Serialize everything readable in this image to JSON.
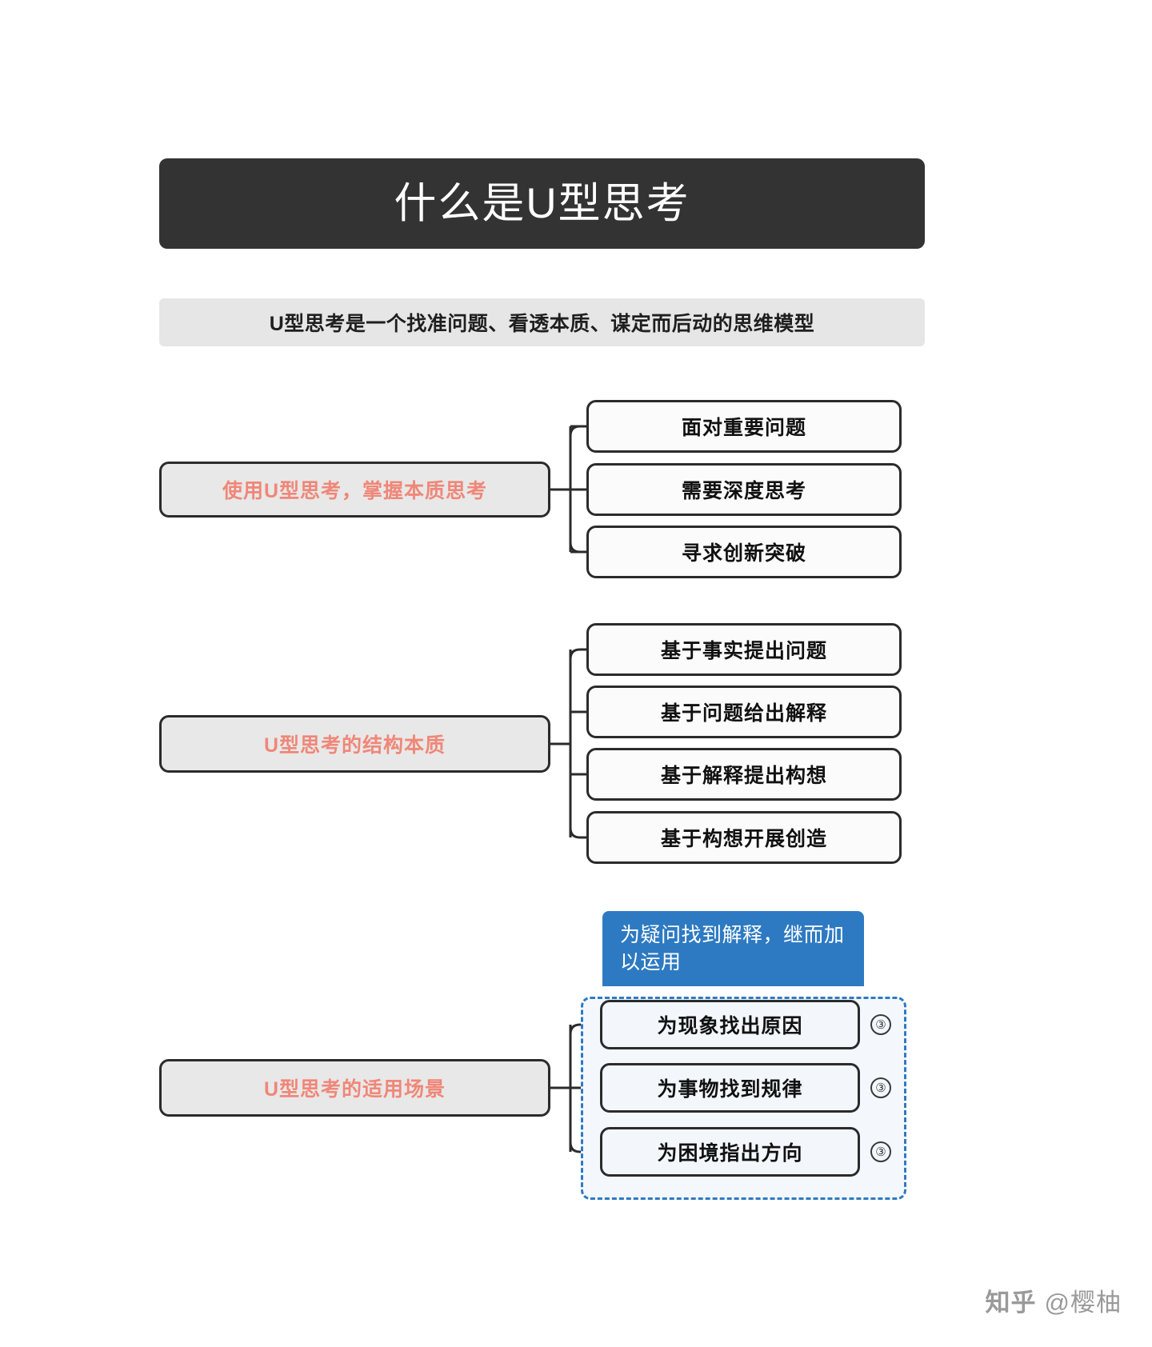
{
  "header": {
    "title": "什么是U型思考",
    "subtitle": "U型思考是一个找准问题、看透本质、谋定而后动的思维模型"
  },
  "branches": [
    {
      "id": "usage",
      "label": "使用U型思考，掌握本质思考",
      "children": [
        {
          "text": "面对重要问题"
        },
        {
          "text": "需要深度思考"
        },
        {
          "text": "寻求创新突破"
        }
      ]
    },
    {
      "id": "structure",
      "label": "U型思考的结构本质",
      "children": [
        {
          "text": "基于事实提出问题"
        },
        {
          "text": "基于问题给出解释"
        },
        {
          "text": "基于解释提出构想"
        },
        {
          "text": "基于构想开展创造"
        }
      ]
    },
    {
      "id": "scenarios",
      "label": "U型思考的适用场景",
      "callout": "为疑问找到解释，继而加以运用",
      "children": [
        {
          "text": "为现象找出原因",
          "marker": "③"
        },
        {
          "text": "为事物找到规律",
          "marker": "③"
        },
        {
          "text": "为困境指出方向",
          "marker": "③"
        }
      ]
    }
  ],
  "watermark": {
    "site": "知乎",
    "handle": "@樱柚"
  },
  "colors": {
    "title_bg": "#333333",
    "subtitle_bg": "#e6e6e6",
    "parent_bg": "#e8e8e8",
    "accent_text": "#f08778",
    "callout_bg": "#2e7ac2",
    "dashed_border": "#2e7ac2",
    "node_border": "#2b2b2b"
  }
}
